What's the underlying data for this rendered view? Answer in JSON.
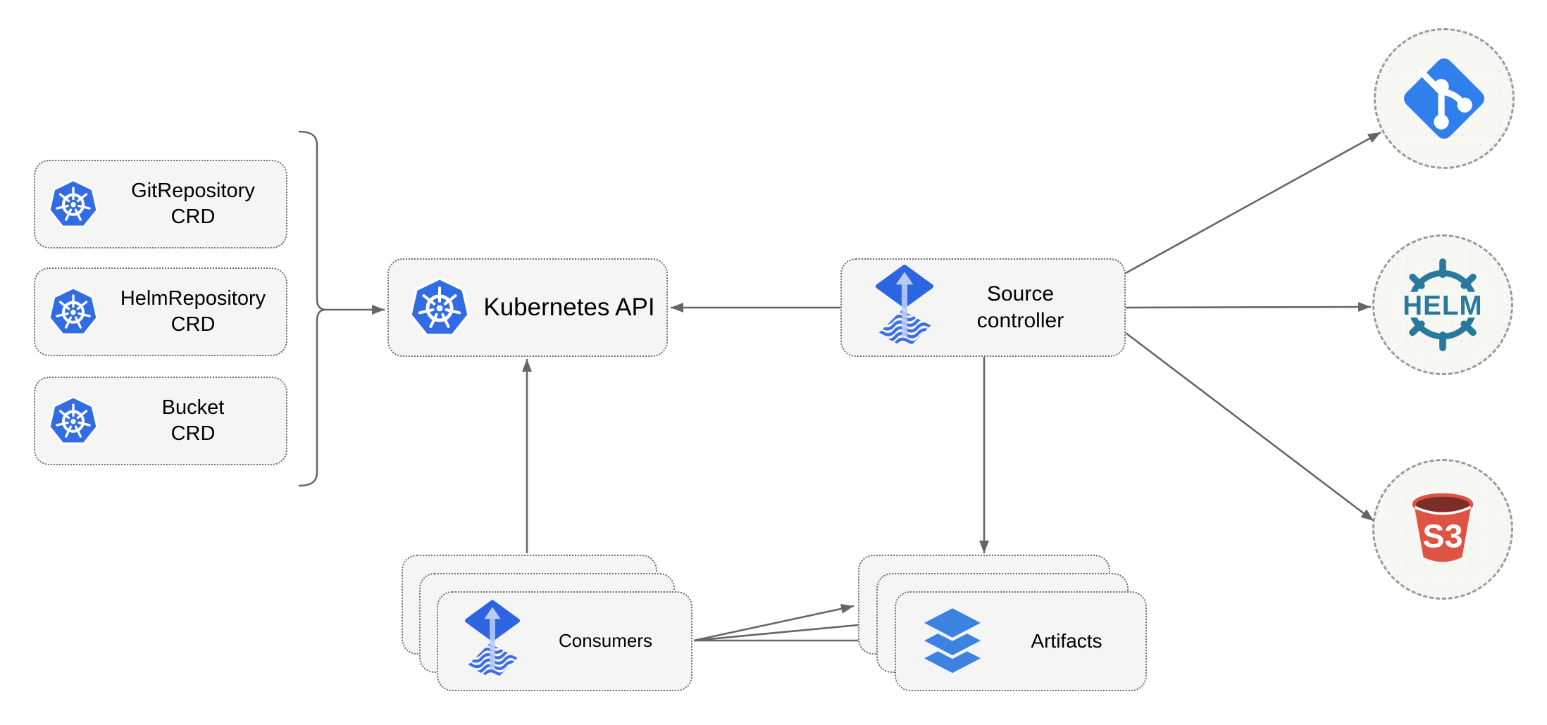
{
  "colors": {
    "background": "#ffffff",
    "box_fill": "#f5f5f5",
    "box_border": "#6e6e6e",
    "circle_fill": "#f7f7f3",
    "circle_border": "#9b9b9b",
    "arrow": "#666666",
    "text": "#000000",
    "kubernetes_blue": "#326ce5",
    "flux_blue": "#2d64e0",
    "flux_arrow_light": "#b9cdf4",
    "flux_wave_blue": "#3b6fe3",
    "git_blue": "#2f80ec",
    "helm_teal": "#277a9e",
    "s3_red": "#de5343",
    "s3_dark": "#7b2d26",
    "layers_blue": "#3c82e0"
  },
  "nodes": {
    "crds": [
      {
        "line1": "GitRepository",
        "line2": "CRD"
      },
      {
        "line1": "HelmRepository",
        "line2": "CRD"
      },
      {
        "line1": "Bucket",
        "line2": "CRD"
      }
    ],
    "kubernetes_api": {
      "label": "Kubernetes API"
    },
    "source_controller": {
      "line1": "Source",
      "line2": "controller"
    },
    "consumers": {
      "label": "Consumers"
    },
    "artifacts": {
      "label": "Artifacts"
    },
    "helm_logo_text": "HELM",
    "s3_logo_text": "S3"
  }
}
